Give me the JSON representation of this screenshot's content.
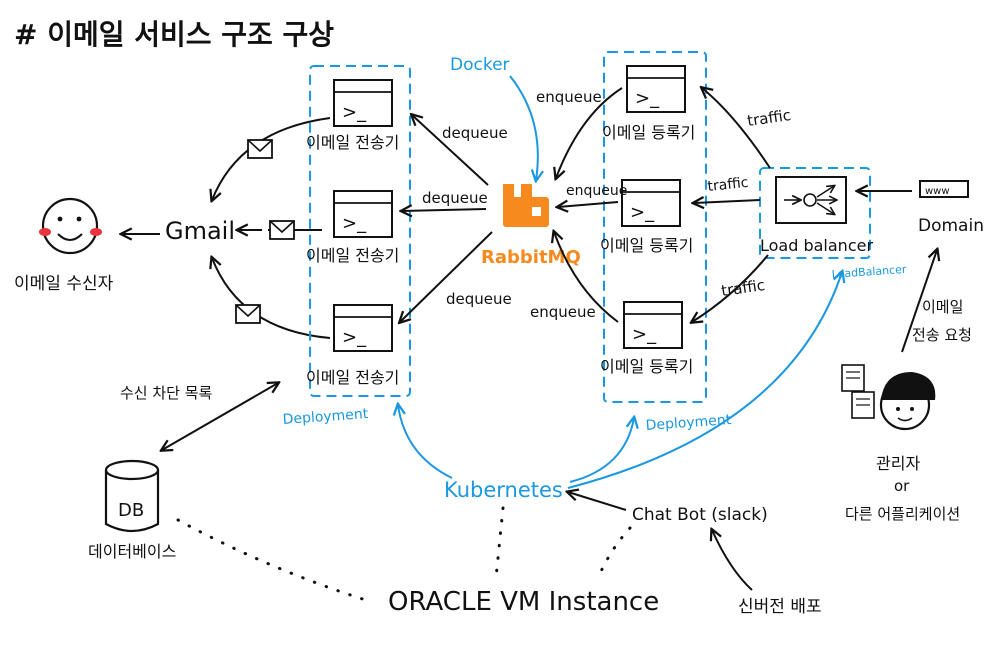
{
  "title": "# 이메일 서비스 구조 구상",
  "recipient": {
    "label": "이메일 수신자"
  },
  "gmail": {
    "label": "Gmail"
  },
  "senders": [
    {
      "label": "이메일 전송기"
    },
    {
      "label": "이메일 전송기"
    },
    {
      "label": "이메일 전송기"
    }
  ],
  "registrars": [
    {
      "label": "이메일 등록기"
    },
    {
      "label": "이메일 등록기"
    },
    {
      "label": "이메일 등록기"
    }
  ],
  "rabbitmq": {
    "label": "RabbitMQ"
  },
  "docker": {
    "label": "Docker"
  },
  "load_balancer": {
    "label": "Load balancer",
    "tag": "LoadBalancer"
  },
  "domain": {
    "label": "Domain"
  },
  "edge_labels": {
    "dequeue": "dequeue",
    "enqueue": "enqueue",
    "traffic": "traffic"
  },
  "deployment_label": "Deployment",
  "kubernetes": {
    "label": "Kubernetes"
  },
  "admin": {
    "label": "관리자",
    "or": "or",
    "other": "다른 어플리케이션"
  },
  "email_request": {
    "line1": "이메일",
    "line2": "전송 요청"
  },
  "chatbot": {
    "label": "Chat Bot (slack)"
  },
  "new_version": {
    "label": "신버전 배포"
  },
  "blocklist": {
    "label": "수신 차단 목록"
  },
  "db": {
    "label": "DB",
    "caption": "데이터베이스"
  },
  "vm": {
    "label": "ORACLE VM Instance"
  },
  "colors": {
    "blue": "#1a98e0",
    "orange": "#f68a1f",
    "ink": "#111111",
    "blush": "#e8353c"
  }
}
